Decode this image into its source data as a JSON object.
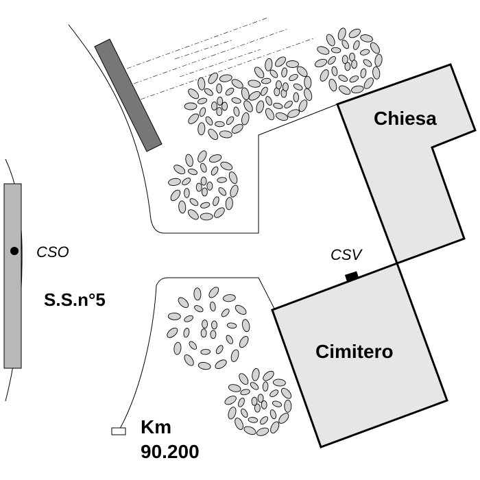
{
  "labels": {
    "chiesa": "Chiesa",
    "cimitero": "Cimitero",
    "road": "S.S.n°5",
    "cso": "CSO",
    "csv": "CSV",
    "km_label": "Km",
    "km_value": "90.200"
  },
  "colors": {
    "building_fill": "#e6e6e6",
    "road_bar_fill": "#b8b8b8",
    "wall_fill": "#777777",
    "leaf_fill": "#d4d4d4",
    "line": "#000000"
  },
  "features": {
    "trees": 6,
    "buildings": [
      "chiesa",
      "cimitero"
    ],
    "markers": [
      "cso-point",
      "csv-point",
      "km-marker"
    ]
  }
}
